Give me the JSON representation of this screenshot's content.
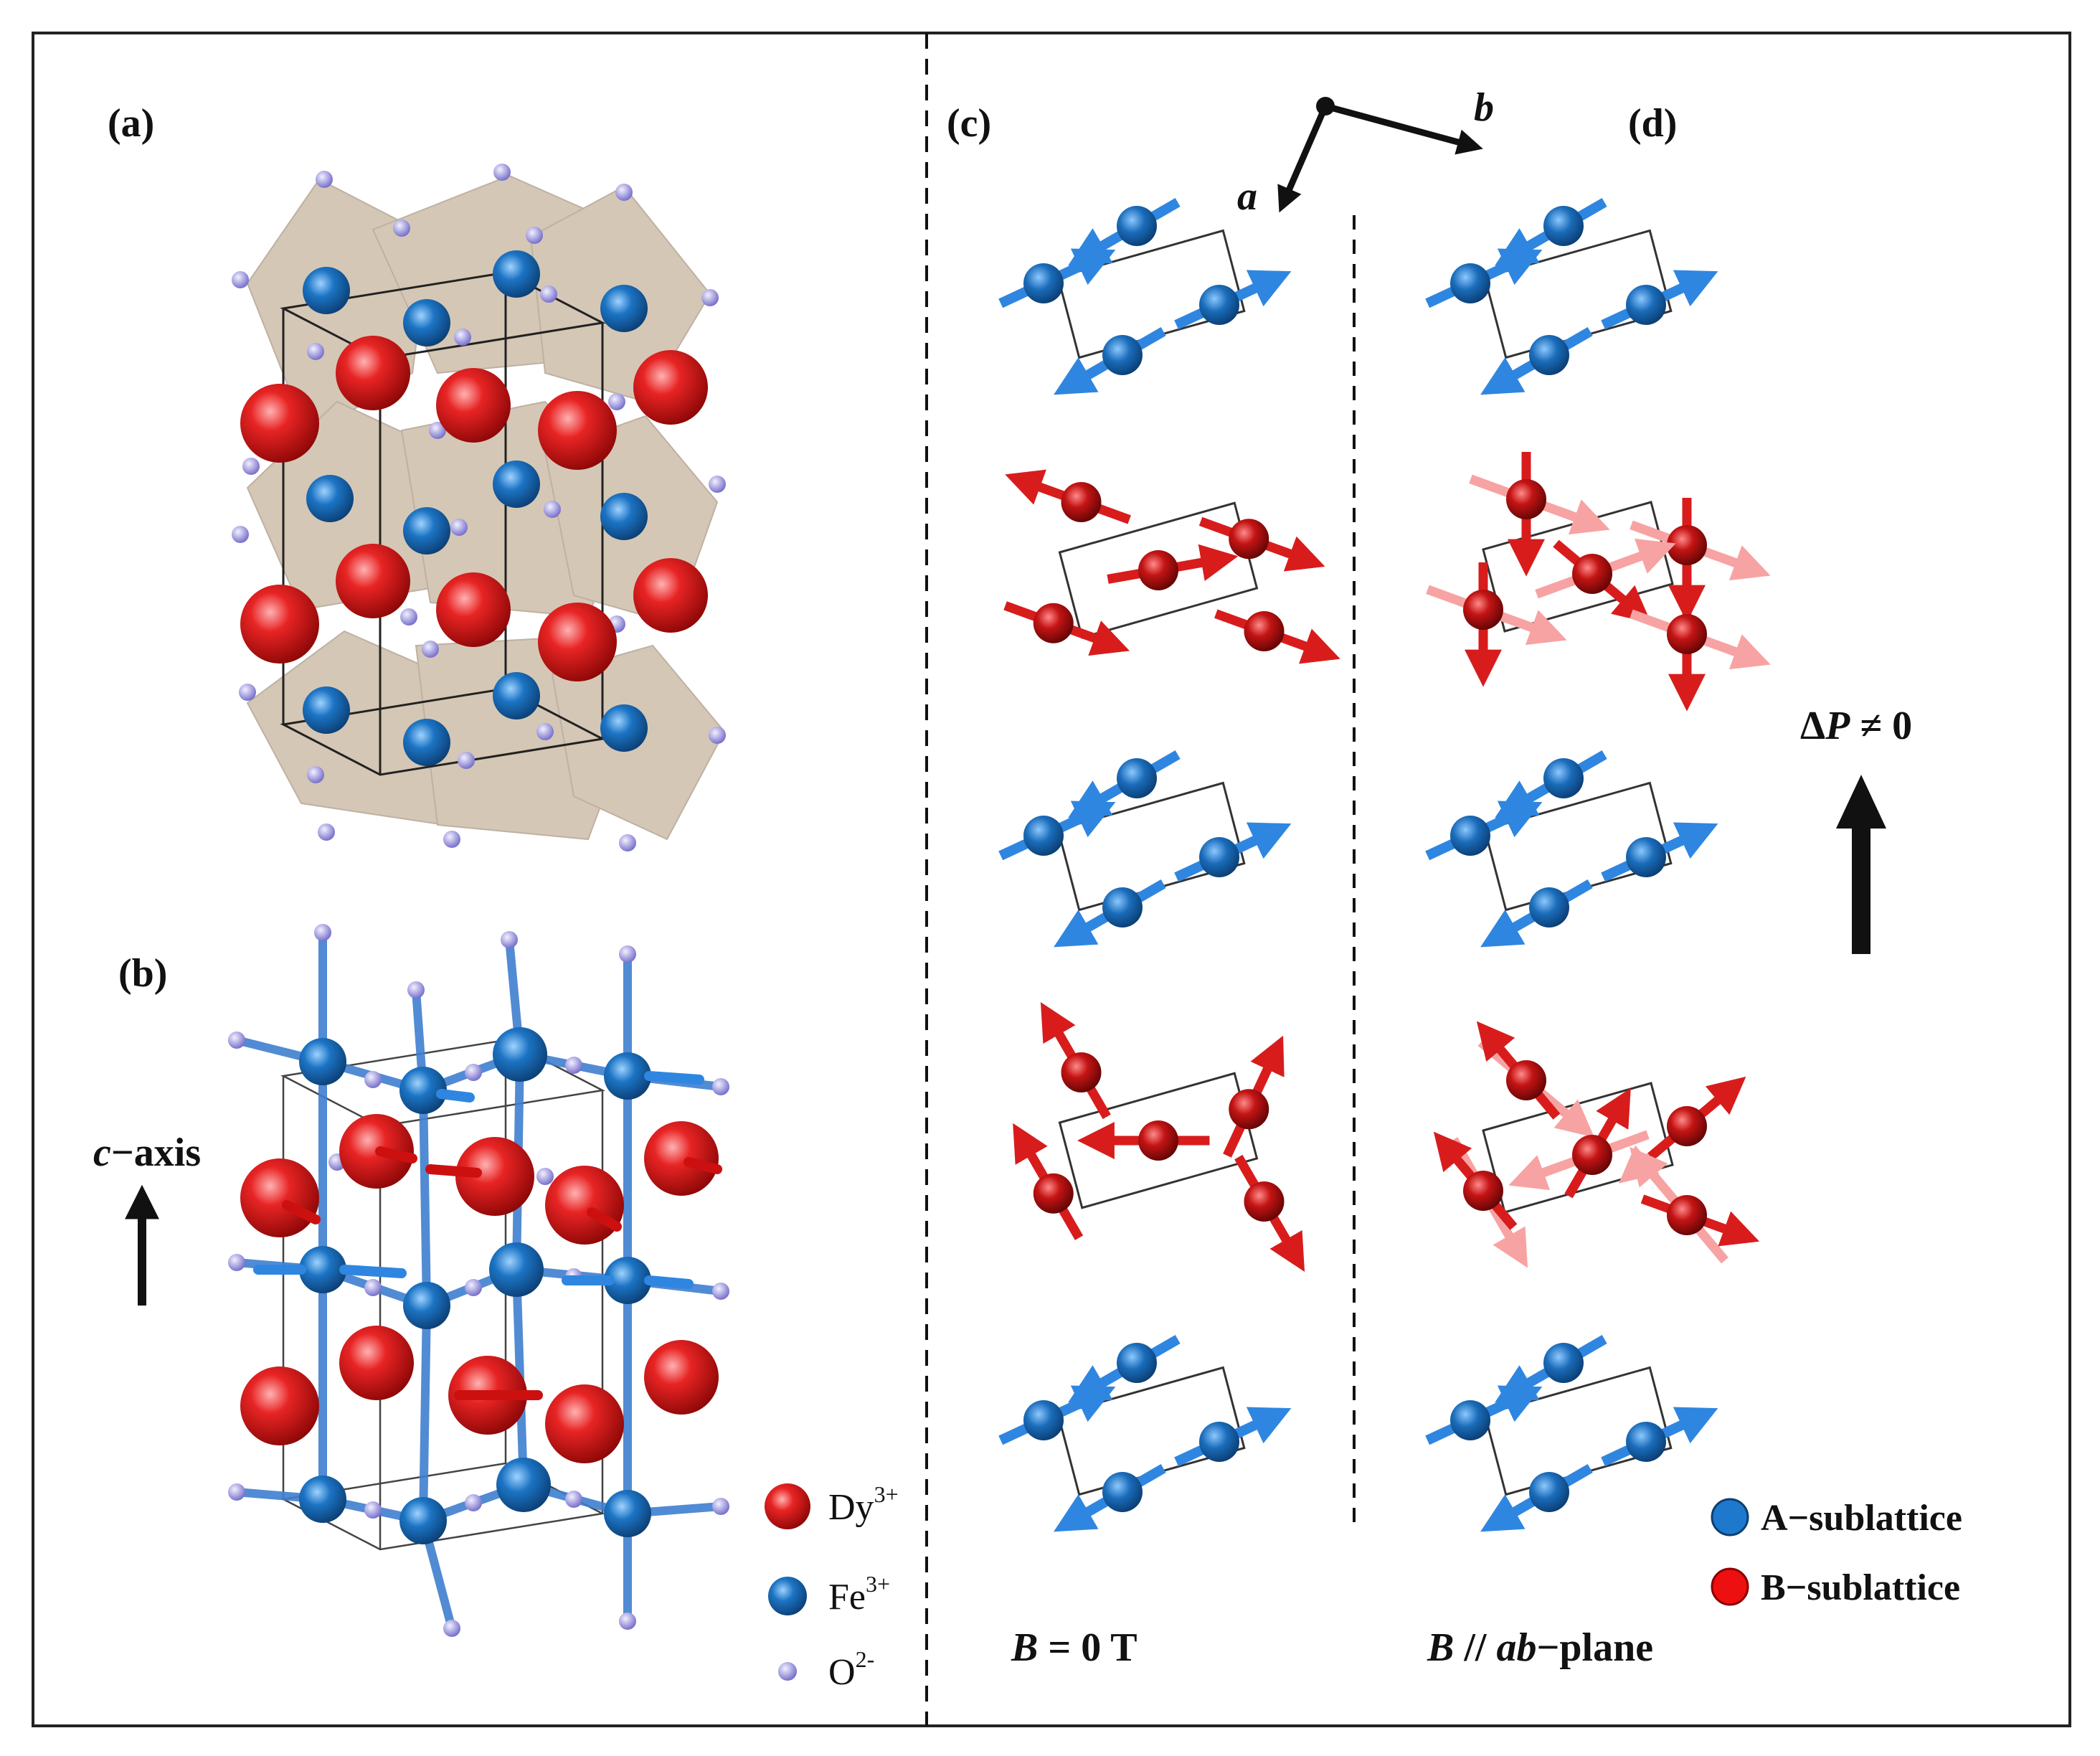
{
  "panels": {
    "a": "(a)",
    "b": "(b)",
    "c": "(c)",
    "d": "(d)"
  },
  "axes": {
    "a": "a",
    "b": "b",
    "c_axis_prefix": "c",
    "c_axis_suffix": "−axis"
  },
  "legend_ions": {
    "dy": {
      "base": "Dy",
      "sup": "3+"
    },
    "fe": {
      "base": "Fe",
      "sup": "3+"
    },
    "o": {
      "base": "O",
      "sup": "2-"
    }
  },
  "legend_sublattice": {
    "a": "A−sublattice",
    "b": "B−sublattice"
  },
  "field_labels": {
    "c_bold": "B",
    "c_rest": " = 0 T",
    "d_b": "B",
    "d_mid": " // ",
    "d_ab": "ab",
    "d_tail": "−plane"
  },
  "polarization": {
    "delta": "Δ",
    "p": "P",
    "rest": " ≠ 0"
  },
  "colors": {
    "dy": "#e01818",
    "fe": "#1a6fb8",
    "o": "#8a86d6",
    "octahedra": "#b39a7a",
    "spin_blue": "#2f86e0",
    "spin_red": "#d81c1c"
  }
}
